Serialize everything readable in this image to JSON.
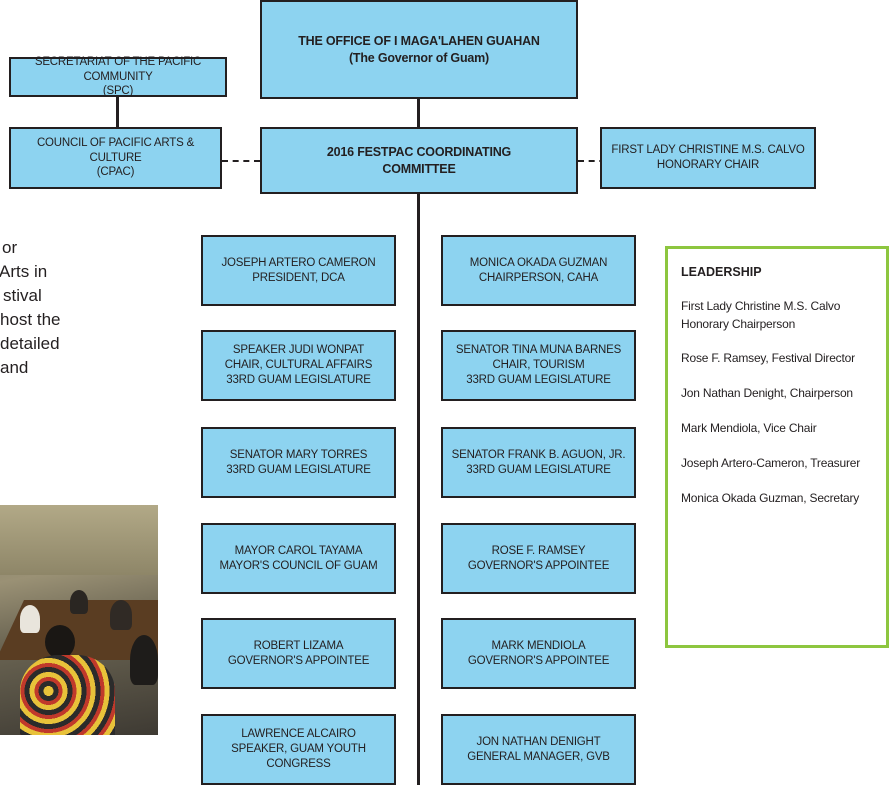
{
  "governor": {
    "line1": "THE OFFICE OF I MAGA'LAHEN GUAHAN",
    "line2": "(The Governor of Guam)"
  },
  "spc": {
    "line1": "SECRETARIAT OF THE PACIFIC COMMUNITY",
    "line2": "(SPC)"
  },
  "cpac": {
    "line1": "COUNCIL OF PACIFIC ARTS & CULTURE",
    "line2": "(CPAC)"
  },
  "committee": {
    "line1": "2016 FESTPAC COORDINATING",
    "line2": "COMMITTEE"
  },
  "honorary": {
    "line1": "FIRST LADY CHRISTINE M.S. CALVO",
    "line2": "HONORARY CHAIR"
  },
  "members_left": [
    {
      "lines": [
        "JOSEPH ARTERO CAMERON",
        "PRESIDENT, DCA"
      ]
    },
    {
      "lines": [
        "SPEAKER JUDI WONPAT",
        "CHAIR, CULTURAL AFFAIRS",
        "33RD GUAM LEGISLATURE"
      ]
    },
    {
      "lines": [
        "SENATOR MARY TORRES",
        "33RD GUAM LEGISLATURE"
      ]
    },
    {
      "lines": [
        "MAYOR CAROL TAYAMA",
        "MAYOR'S COUNCIL OF GUAM"
      ]
    },
    {
      "lines": [
        "ROBERT LIZAMA",
        "GOVERNOR'S APPOINTEE"
      ]
    },
    {
      "lines": [
        "LAWRENCE ALCAIRO",
        "SPEAKER, GUAM YOUTH CONGRESS"
      ]
    }
  ],
  "members_right": [
    {
      "lines": [
        "MONICA OKADA GUZMAN",
        "CHAIRPERSON, CAHA"
      ]
    },
    {
      "lines": [
        "SENATOR TINA MUNA BARNES",
        "CHAIR, TOURISM",
        "33RD GUAM LEGISLATURE"
      ]
    },
    {
      "lines": [
        "SENATOR FRANK B. AGUON, JR.",
        "33RD GUAM LEGISLATURE"
      ]
    },
    {
      "lines": [
        "ROSE F. RAMSEY",
        "GOVERNOR'S APPOINTEE"
      ]
    },
    {
      "lines": [
        "MARK MENDIOLA",
        "GOVERNOR'S APPOINTEE"
      ]
    },
    {
      "lines": [
        "JON NATHAN DENIGHT",
        "GENERAL MANAGER, GVB"
      ]
    }
  ],
  "leadership": {
    "heading": "LEADERSHIP",
    "items": [
      [
        "First Lady Christine M.S. Calvo",
        "Honorary Chairperson"
      ],
      [
        "Rose F. Ramsey, Festival Director"
      ],
      [
        "Jon Nathan Denight, Chairperson"
      ],
      [
        "Mark Mendiola, Vice Chair"
      ],
      [
        "Joseph Artero-Cameron, Treasurer"
      ],
      [
        "Monica Okada Guzman, Secretary"
      ]
    ]
  },
  "body_text_fragments": [
    "or",
    "Arts in",
    "stival",
    "host the",
    "detailed",
    "and"
  ]
}
